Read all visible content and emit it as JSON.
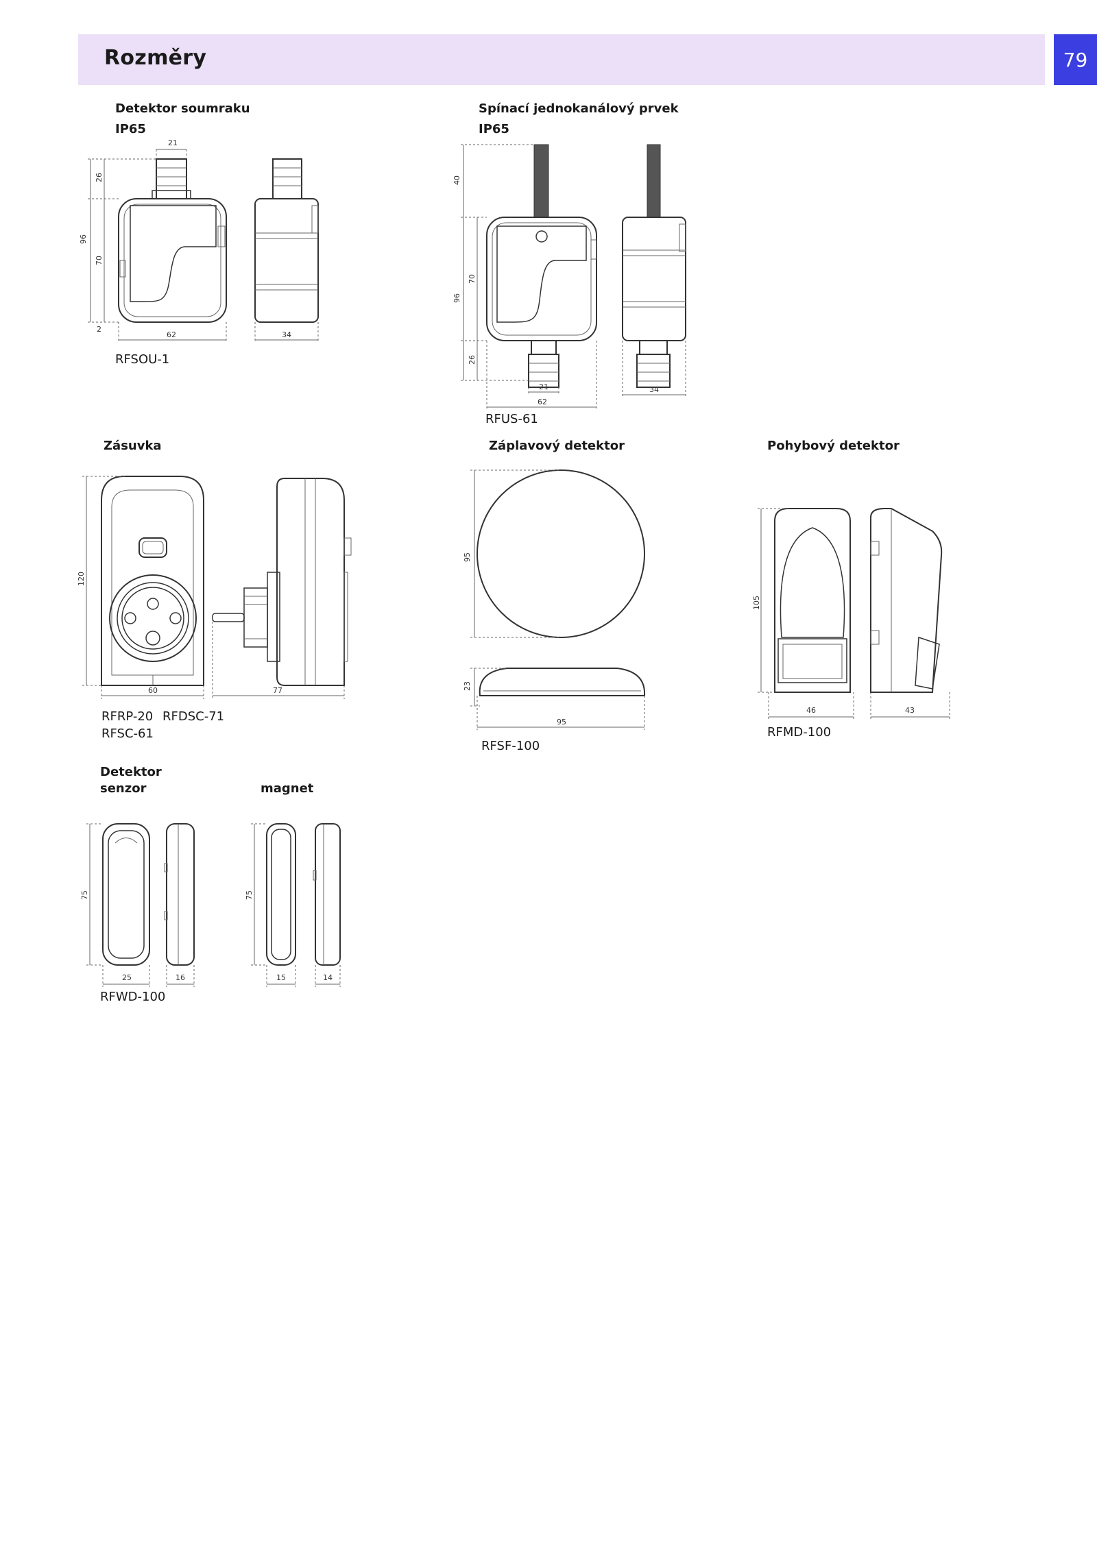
{
  "header": {
    "title": "Rozměry",
    "page_number": "79"
  },
  "sections": {
    "rfsou": {
      "title": "Detektor soumraku",
      "subtitle": "IP65",
      "model": "RFSOU-1",
      "dims": {
        "top": "21",
        "upper": "26",
        "total": "96",
        "body": "70",
        "bottom": "2",
        "width": "62",
        "depth": "34"
      }
    },
    "rfus": {
      "title": "Spínací jednokanálový prvek",
      "subtitle": "IP65",
      "model": "RFUS-61",
      "dims": {
        "cable": "40",
        "body": "70",
        "total": "96",
        "gland": "26",
        "gland_w": "21",
        "width": "62",
        "depth": "34"
      }
    },
    "zasuvka": {
      "title": "Zásuvka",
      "model_line1_a": "RFRP-20",
      "model_line1_b": "RFDSC-71",
      "model_line2": "RFSC-61",
      "dims": {
        "height": "120",
        "width": "60",
        "depth": "77"
      }
    },
    "zaplavovy": {
      "title": "Záplavový detektor",
      "model": "RFSF-100",
      "dims": {
        "diameter": "95",
        "height": "23",
        "width": "95"
      }
    },
    "pohybovy": {
      "title": "Pohybový detektor",
      "model": "RFMD-100",
      "dims": {
        "height": "105",
        "width": "46",
        "depth": "43"
      }
    },
    "detektor": {
      "title_line1": "Detektor",
      "title_line2": "senzor",
      "title_magnet": "magnet",
      "model": "RFWD-100",
      "dims": {
        "sensor_h": "75",
        "sensor_w": "25",
        "sensor_d": "16",
        "magnet_h": "75",
        "magnet_w": "15",
        "magnet_d": "14"
      }
    }
  }
}
